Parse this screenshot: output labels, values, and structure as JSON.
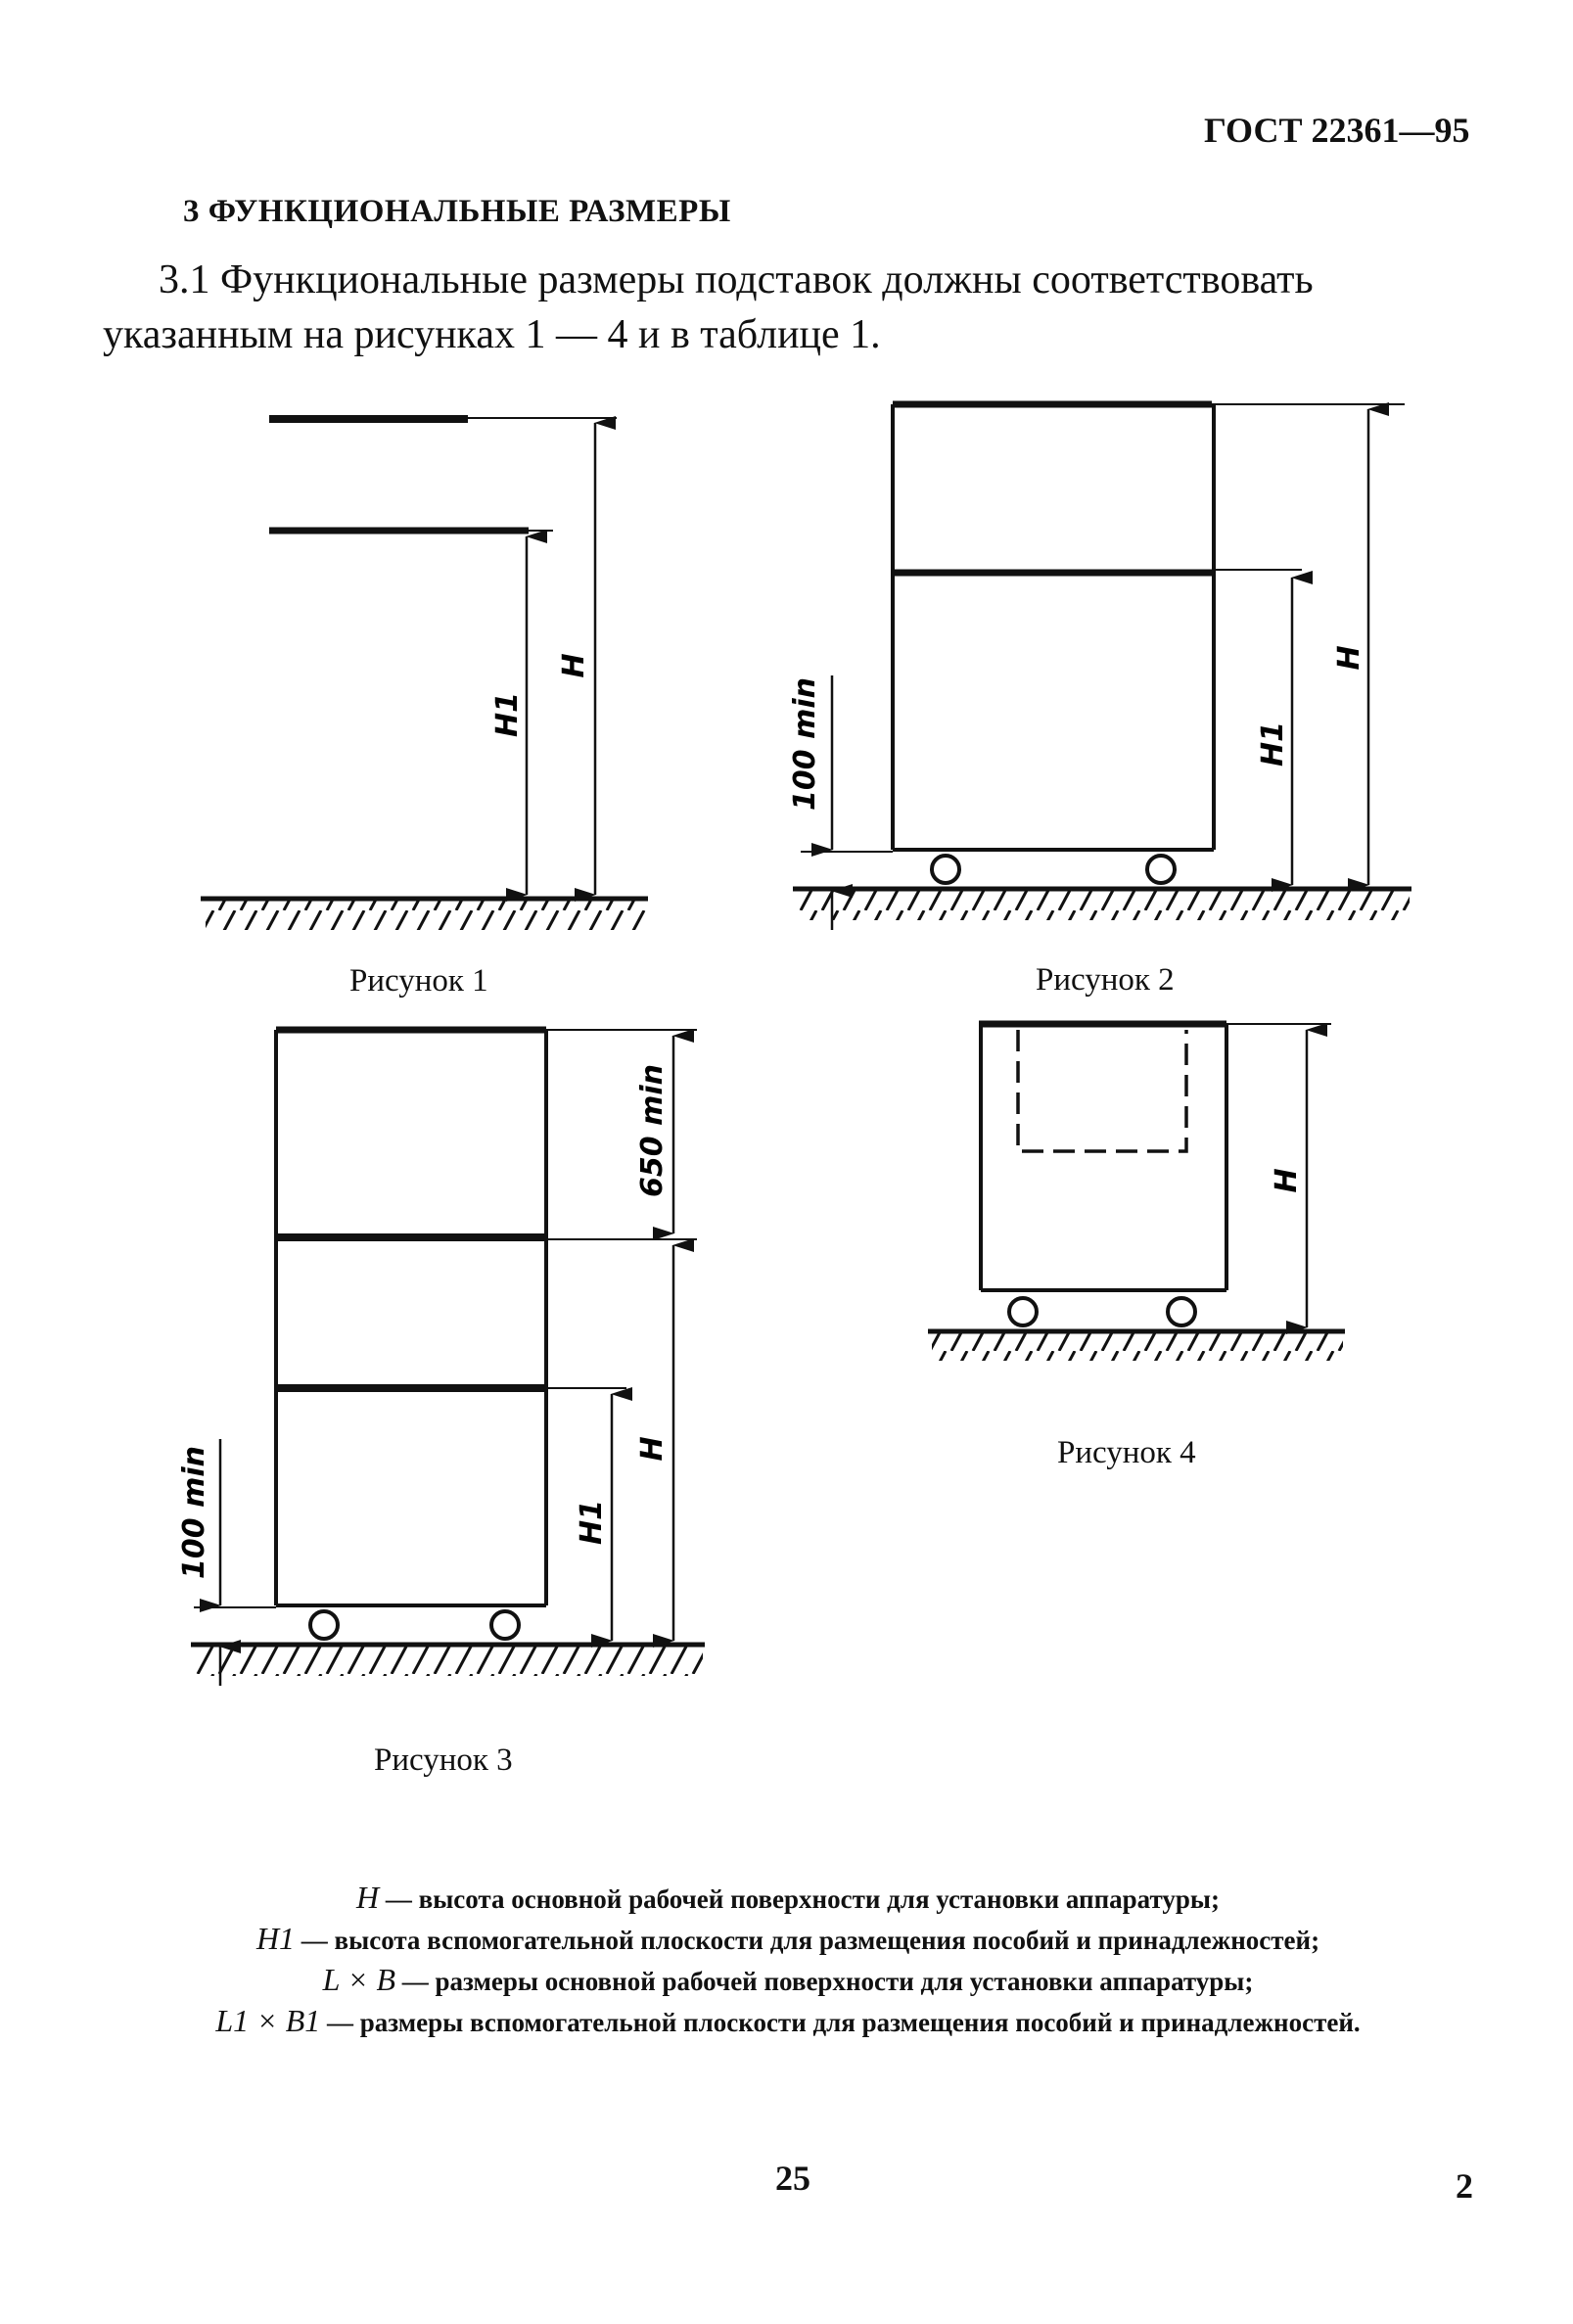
{
  "header": {
    "doc_code": "ГОСТ 22361—95"
  },
  "section": {
    "title": "3 ФУНКЦИОНАЛЬНЫЕ РАЗМЕРЫ"
  },
  "paragraph": {
    "line1": "3.1 Функциональные размеры подставок должны соответствовать",
    "line2": "указанным на рисунках 1 — 4 и в таблице 1."
  },
  "figures": {
    "fig1": {
      "caption": "Рисунок 1",
      "dim_h": "H",
      "dim_h1": "H1"
    },
    "fig2": {
      "caption": "Рисунок 2",
      "dim_h": "H",
      "dim_h1": "H1",
      "dim_min": "100 min"
    },
    "fig3": {
      "caption": "Рисунок 3",
      "dim_h": "H",
      "dim_h1": "H1",
      "dim_min": "100 min",
      "dim_top": "650 min"
    },
    "fig4": {
      "caption": "Рисунок 4",
      "dim_h": "H"
    }
  },
  "legend": [
    {
      "sym": "H",
      "text": " — высота основной рабочей поверхности для установки аппаратуры;"
    },
    {
      "sym": "H1",
      "text": " — высота вспомогательной плоскости для размещения пособий и принадлежностей;"
    },
    {
      "sym": "L × B",
      "text": " — размеры основной рабочей поверхности для установки аппаратуры;"
    },
    {
      "sym": "L1 × B1",
      "text": " — размеры вспомогательной плоскости для размещения пособий и принадлежностей."
    }
  ],
  "footer": {
    "page_number": "25",
    "sheet_number": "2"
  }
}
